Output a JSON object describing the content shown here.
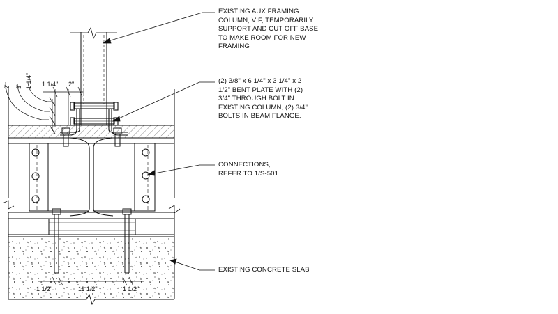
{
  "notes": {
    "aux_column": {
      "lines": [
        "EXISTING AUX FRAMING",
        "COLUMN, VIF, TEMPORARILY",
        "SUPPORT AND CUT OFF BASE",
        "TO MAKE ROOM FOR NEW",
        "FRAMING"
      ]
    },
    "bent_plate": {
      "lines": [
        "(2) 3/8\" x 6 1/4\" x 3 1/4\" x 2",
        "1/2\" BENT PLATE WITH (2)",
        "3/4\" THROUGH BOLT IN",
        "EXISTING COLUMN, (2) 3/4\"",
        "BOLTS IN BEAM FLANGE."
      ]
    },
    "connections": {
      "lines": [
        "CONNECTIONS,",
        "REFER TO  1/S-501"
      ]
    },
    "slab": {
      "lines": [
        "EXISTING CONCRETE SLAB"
      ]
    }
  },
  "dimensions": {
    "top_left": "1 1/4\"",
    "top_right": "2\"",
    "vert_a": "2\"",
    "vert_b": "3\"",
    "vert_c": "1 1/4\"",
    "bottom_left": "1 1/2\"",
    "bottom_mid": "11 1/2\"",
    "bottom_right": "1 1/2\""
  },
  "colors": {
    "line": "#111111",
    "hatch": "#555555"
  }
}
